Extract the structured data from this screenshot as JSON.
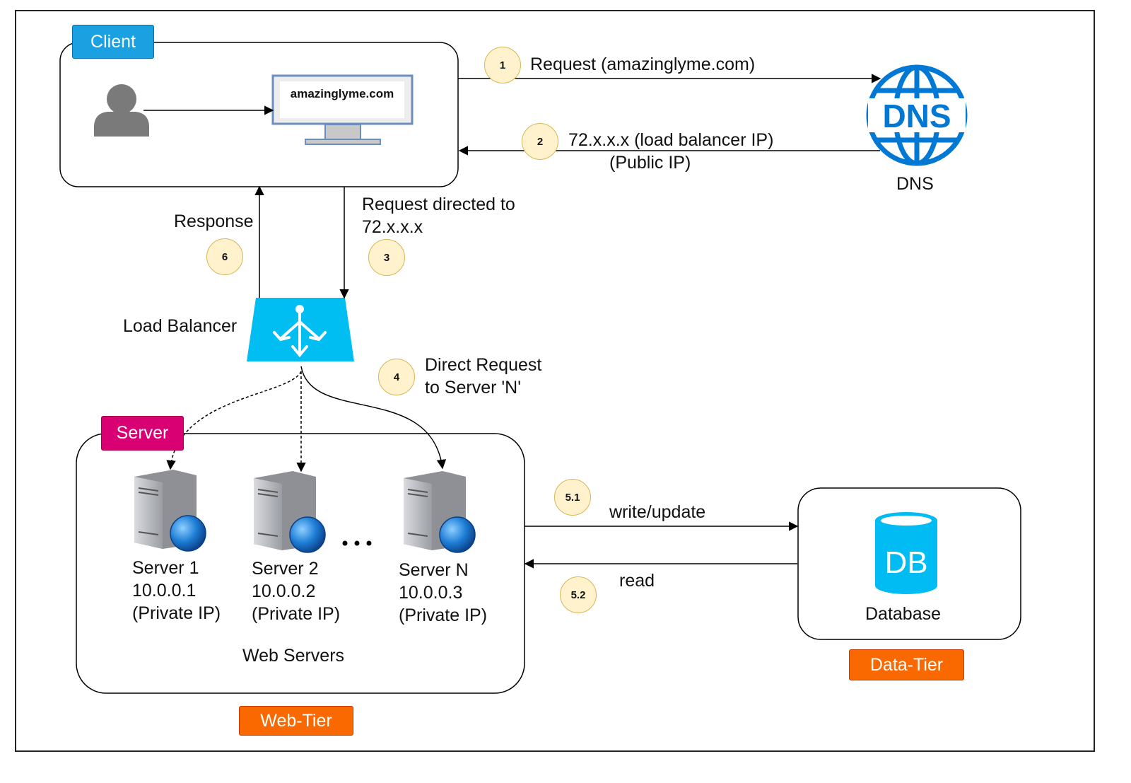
{
  "client": {
    "tag": "Client",
    "url": "amazinglyme.com"
  },
  "dns": {
    "icon_text": "DNS",
    "label": "DNS"
  },
  "steps": {
    "s1": {
      "num": "1",
      "label": "Request  (amazinglyme.com)"
    },
    "s2": {
      "num": "2",
      "label": "72.x.x.x (load balancer IP)",
      "sublabel": "(Public IP)"
    },
    "s3": {
      "num": "3",
      "label": "Request directed to\n72.x.x.x"
    },
    "s4": {
      "num": "4",
      "label": "Direct Request\nto Server 'N'"
    },
    "s5_1": {
      "num": "5.1",
      "label": "write/update"
    },
    "s5_2": {
      "num": "5.2",
      "label": "read"
    },
    "s6": {
      "num": "6",
      "label": "Response"
    }
  },
  "load_balancer": {
    "label": "Load Balancer"
  },
  "server_group": {
    "tag": "Server",
    "caption": "Web Servers",
    "ellipsis": "...",
    "servers": [
      {
        "label": "Server 1\n10.0.0.1\n(Private IP)"
      },
      {
        "label": "Server 2\n10.0.0.2\n(Private IP)"
      },
      {
        "label": "Server N\n10.0.0.3\n(Private IP)"
      }
    ]
  },
  "database": {
    "icon_text": "DB",
    "label": "Database"
  },
  "tiers": {
    "web": "Web-Tier",
    "data": "Data-Tier"
  },
  "colors": {
    "client_tag": "#1ba1e2",
    "server_tag": "#d80073",
    "tier_tag": "#fa6800",
    "dns_blue": "#0078d4",
    "lb_cyan": "#00bef2",
    "db_cyan": "#00bcf2",
    "step_fill": "#fff2cc",
    "step_stroke": "#d6b656"
  }
}
